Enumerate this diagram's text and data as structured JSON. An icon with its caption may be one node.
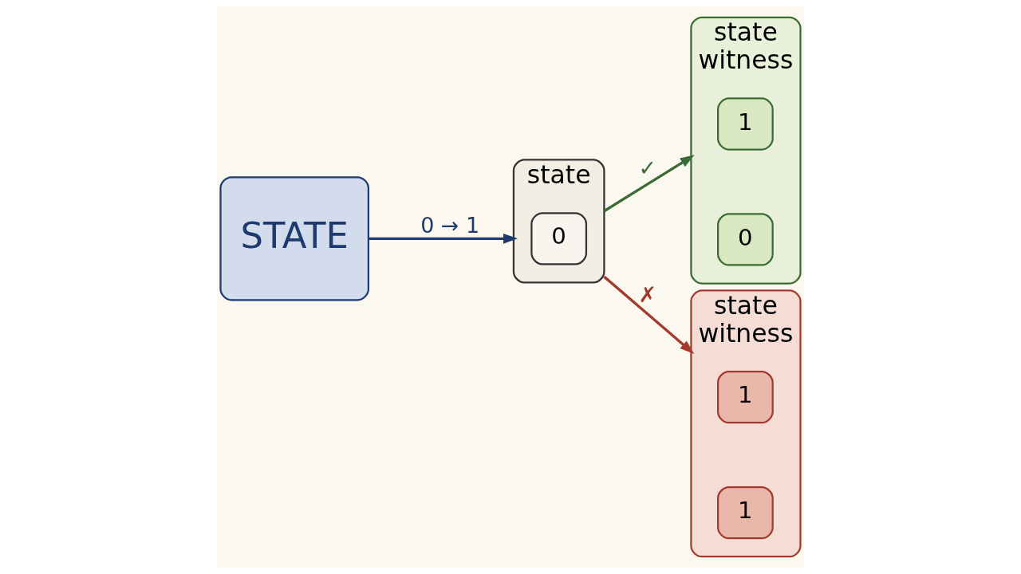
{
  "diagram": {
    "nodes": [
      {
        "text": [
          "STATE"
        ]
      },
      {
        "text": [
          "state"
        ]
      },
      {
        "text": [
          "0"
        ],
        "in": 1
      },
      {
        "text": [
          "state",
          "witness"
        ]
      },
      {
        "text": [
          "1"
        ],
        "in": 3
      },
      {
        "text": [
          "0"
        ],
        "in": 3
      },
      {
        "text": [
          "state",
          "witness"
        ]
      },
      {
        "text": [
          "1"
        ],
        "in": 6
      },
      {
        "text": [
          "1"
        ],
        "in": 6
      }
    ],
    "edges": [
      {
        "from": 0,
        "to": 1,
        "arrow": "to",
        "label": "0 → 1",
        "color": "#1f3a6e"
      },
      {
        "from": 1,
        "to": 3,
        "arrow": "to",
        "label": "✓",
        "color": "#3a6b35"
      },
      {
        "from": 1,
        "to": 6,
        "arrow": "to",
        "label": "✗",
        "color": "#a33a2e"
      }
    ]
  }
}
